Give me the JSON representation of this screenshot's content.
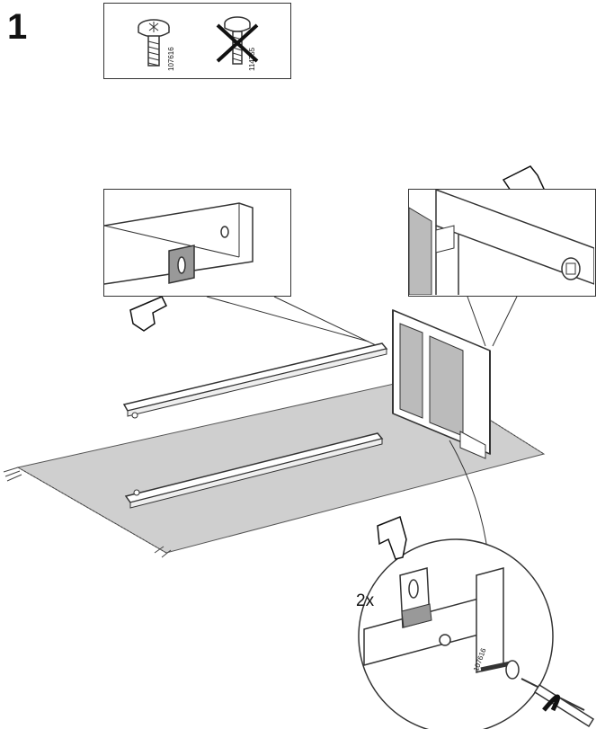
{
  "step": {
    "number": "1"
  },
  "parts": {
    "correct_screw_code": "107616",
    "wrong_screw_code": "114755",
    "correct_icon": "screw-icon",
    "wrong_icon": "crossed-screw-icon"
  },
  "detail": {
    "quantity": "2x",
    "screw_code": "107616"
  },
  "colors": {
    "line": "#333333",
    "rug": "#cfcfcf",
    "white": "#ffffff"
  }
}
